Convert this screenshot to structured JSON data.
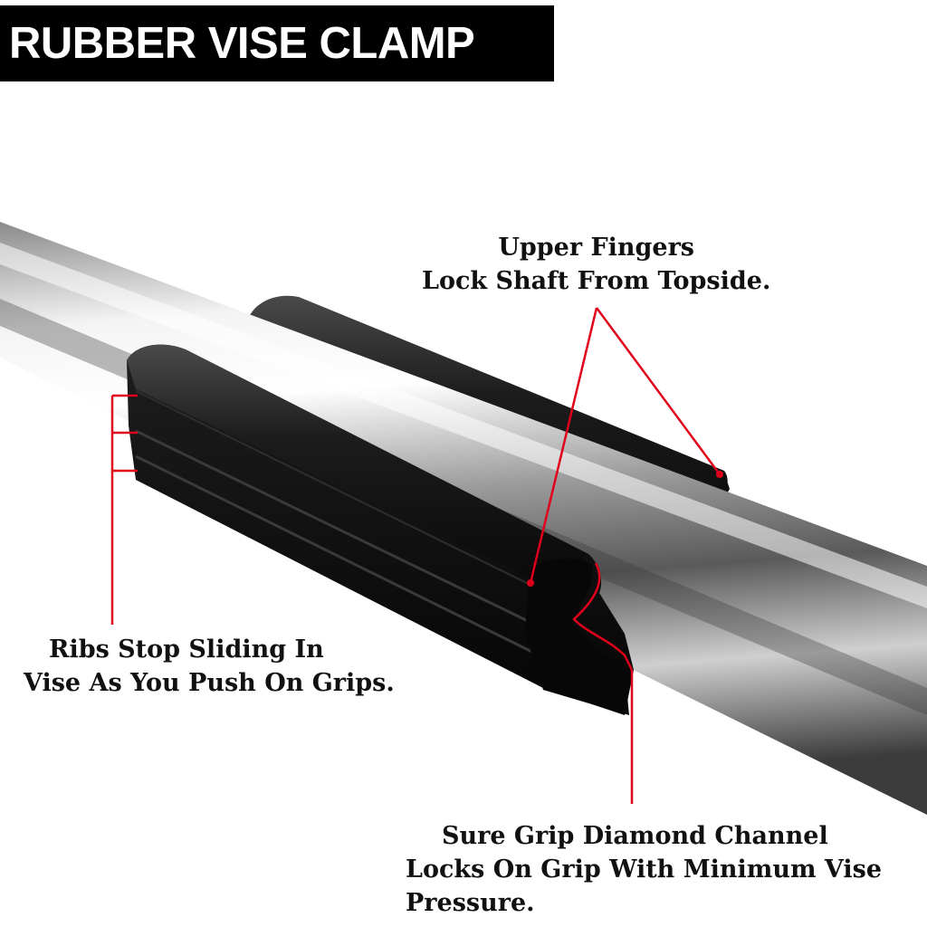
{
  "title": "RUBBER VISE CLAMP",
  "callouts": {
    "upper_fingers": {
      "line1": "Upper Fingers",
      "line2": "Lock Shaft From Topside."
    },
    "ribs": {
      "line1": "Ribs Stop Sliding In",
      "line2": "Vise As You Push On Grips."
    },
    "channel": {
      "line1": "Sure Grip Diamond Channel",
      "line2": "Locks On Grip With Minimum Vise",
      "line3": "Pressure."
    }
  },
  "colors": {
    "background": "#ffffff",
    "title_bar": "#000000",
    "title_text": "#ffffff",
    "pointer_line": "#e0001b",
    "rubber": "#121212",
    "steel": "#c8c8c8"
  }
}
